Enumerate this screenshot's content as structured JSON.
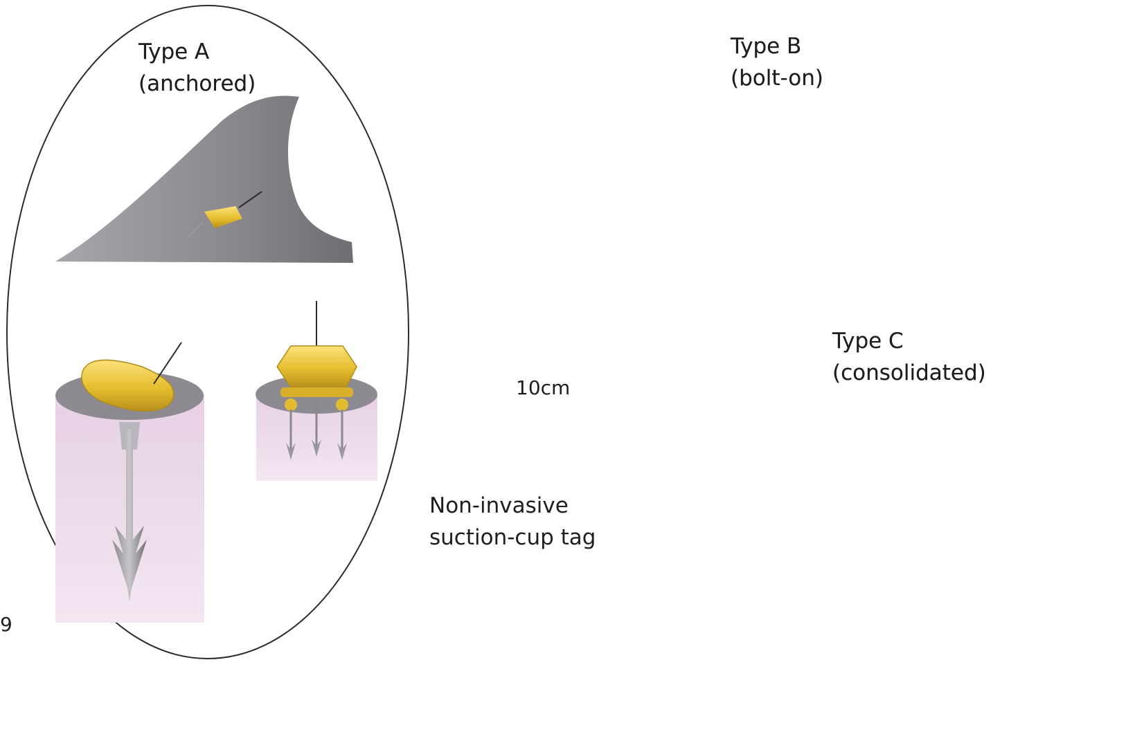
{
  "type_a": {
    "title": "Type A",
    "subtitle": "(anchored)"
  },
  "type_b": {
    "title": "Type B",
    "subtitle": "(bolt-on)"
  },
  "type_c": {
    "title": "Type C",
    "subtitle": "(consolidated)"
  },
  "scale_bar": {
    "label": "10cm"
  },
  "suction_cup": {
    "line1": "Non-invasive",
    "line2": "suction-cup tag"
  },
  "edge_fragment": "9",
  "colors": {
    "fin": "#8e8c91",
    "tissue": "#ead7e8",
    "tag_gold": "#e9c33a",
    "highlight_ring": "#12a8e4",
    "outline": "#2b2b2b",
    "dart": "#6d6b70"
  }
}
